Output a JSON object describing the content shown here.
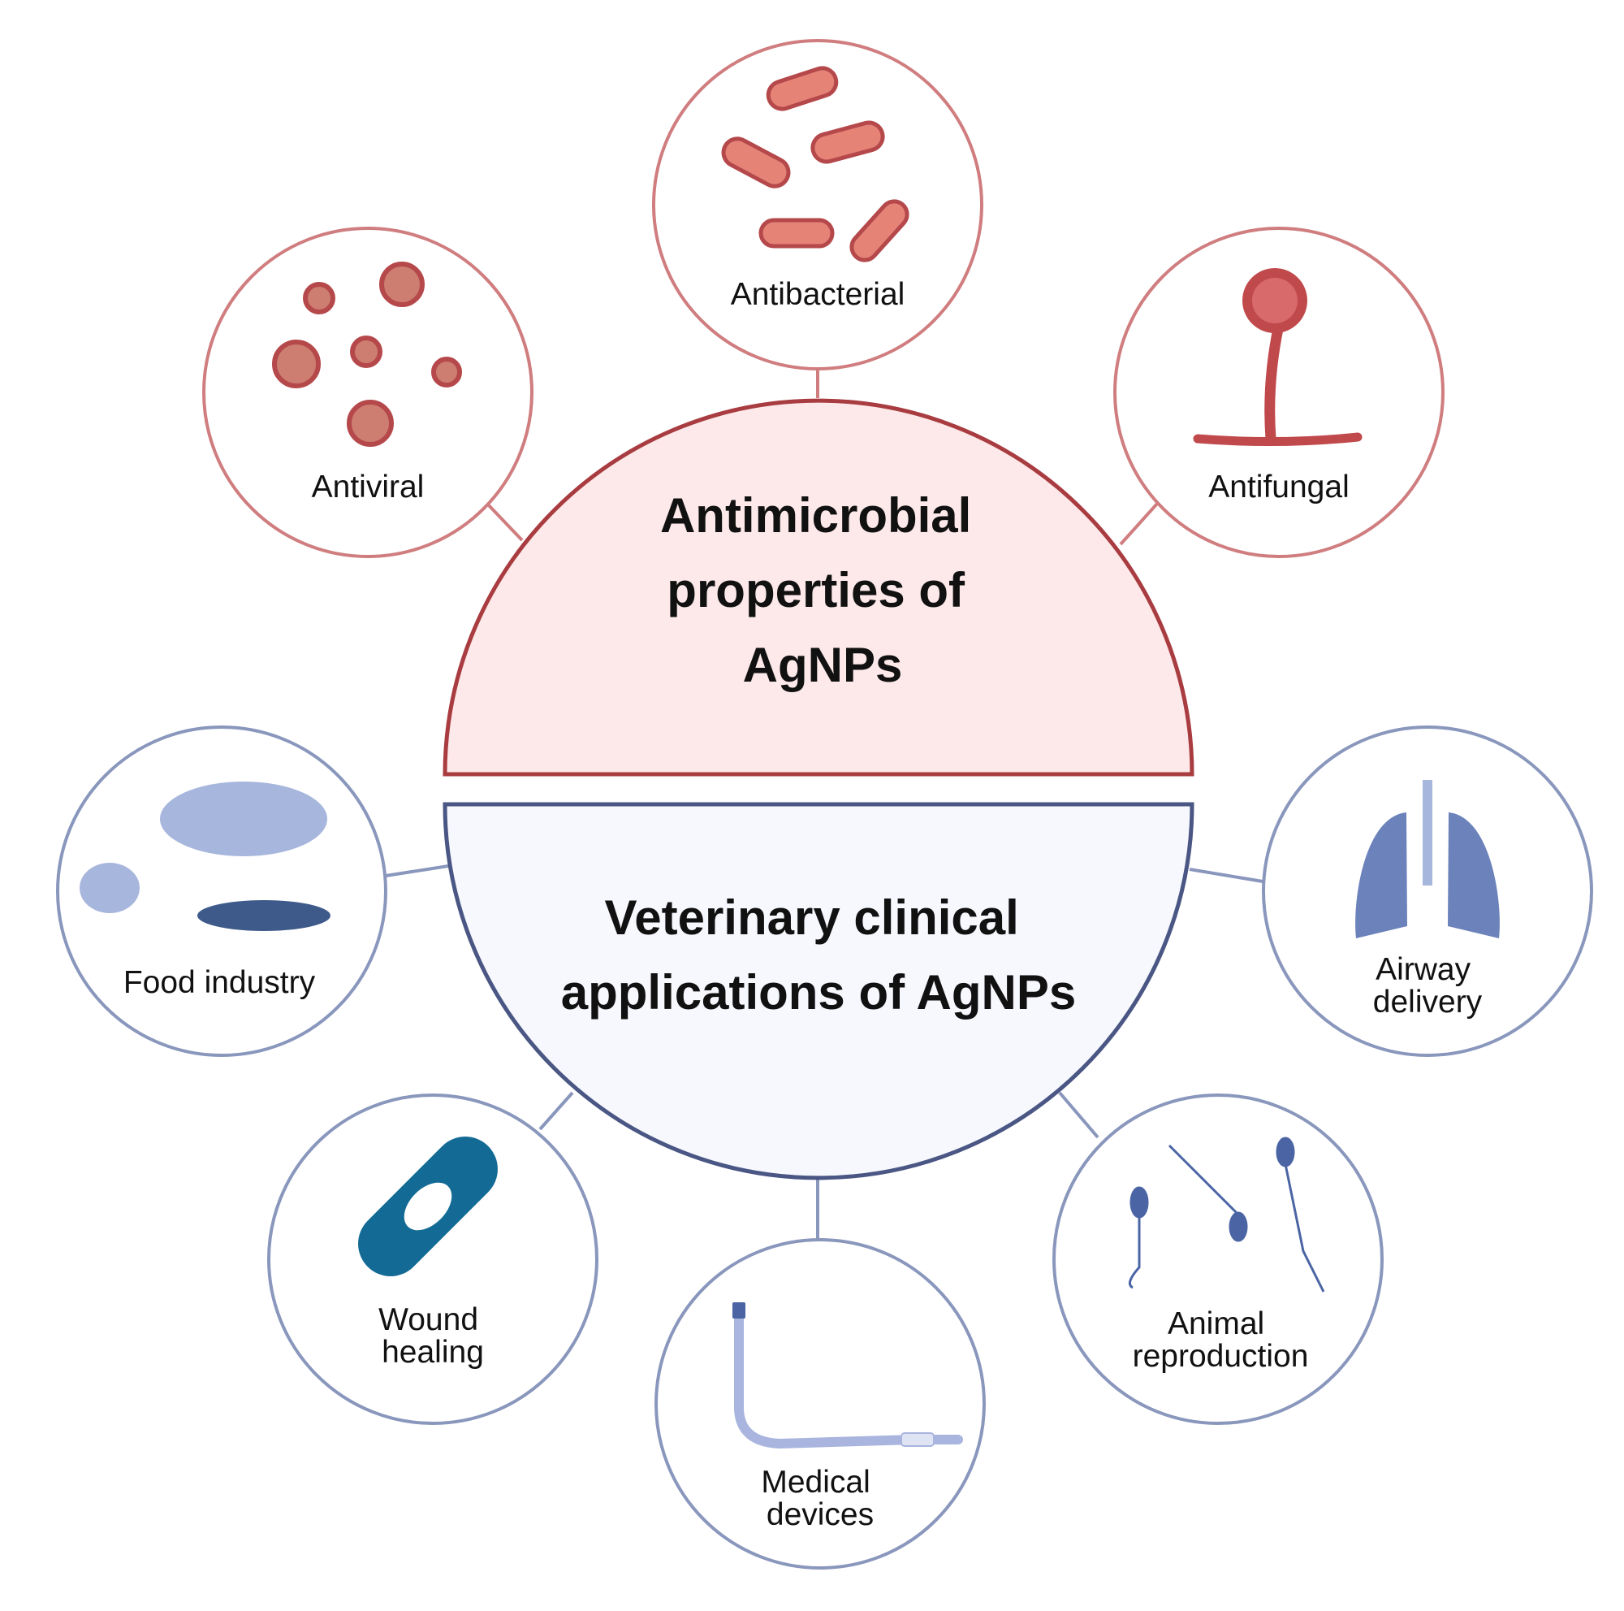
{
  "top_hub": {
    "title_lines": [
      "Antimicrobial",
      "properties of",
      "AgNPs"
    ],
    "fill_color": "#fde9e9",
    "stroke_color": "#a83c40"
  },
  "bottom_hub": {
    "title_lines": [
      "Veterinary clinical",
      "applications of AgNPs"
    ],
    "fill_color": "#f6f8fd",
    "stroke_color": "#4a5683"
  },
  "antimicrobial_nodes": [
    {
      "label_lines": [
        "Antibacterial"
      ],
      "icon": "rod-bacteria-icon"
    },
    {
      "label_lines": [
        "Antiviral"
      ],
      "icon": "virus-icon"
    },
    {
      "label_lines": [
        "Antifungal"
      ],
      "icon": "fungus-mold-icon"
    }
  ],
  "application_nodes": [
    {
      "label_lines": [
        "Food industry"
      ],
      "icon": "livestock-icon"
    },
    {
      "label_lines": [
        "Airway",
        "delivery"
      ],
      "icon": "lungs-icon"
    },
    {
      "label_lines": [
        "Wound",
        "healing"
      ],
      "icon": "bandage-icon"
    },
    {
      "label_lines": [
        "Animal",
        "reproduction"
      ],
      "icon": "sperm-icon"
    },
    {
      "label_lines": [
        "Medical",
        "devices"
      ],
      "icon": "catheter-tube-icon"
    }
  ],
  "colors": {
    "red_circle": "#d07d7f",
    "blue_circle": "#8a97bd",
    "bacteria": "#e58377",
    "virus": "#b5484a",
    "fungus": "#c0494c",
    "livestock": "#a7b6dc",
    "lungs": "#6b82bb",
    "bandage": "#136b95",
    "sperm": "#4a64a4"
  }
}
